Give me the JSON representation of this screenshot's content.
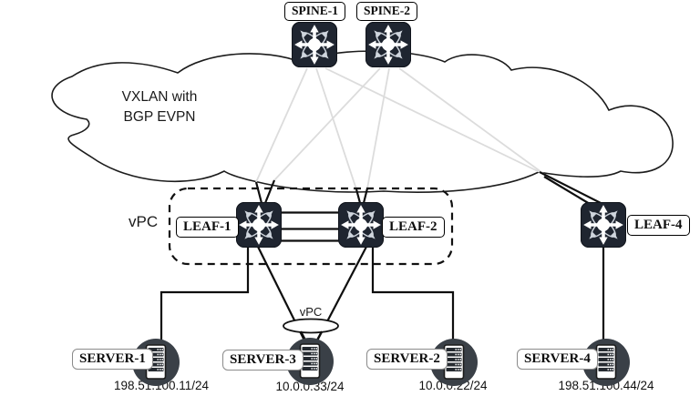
{
  "diagram_type": "network-topology",
  "cloud": {
    "line1": "VXLAN with",
    "line2": "BGP EVPN"
  },
  "vpc": {
    "domain_label": "vPC",
    "port_channel_label": "vPC"
  },
  "spines": [
    {
      "label": "SPINE-1"
    },
    {
      "label": "SPINE-2"
    }
  ],
  "leaves": [
    {
      "label": "LEAF-1"
    },
    {
      "label": "LEAF-2"
    },
    {
      "label": "LEAF-4"
    }
  ],
  "servers": [
    {
      "label": "SERVER-1",
      "ip": "198.51.100.11/24"
    },
    {
      "label": "SERVER-3",
      "ip": "10.0.0.33/24"
    },
    {
      "label": "SERVER-2",
      "ip": "10.0.0.22/24"
    },
    {
      "label": "SERVER-4",
      "ip": "198.51.100.44/24"
    }
  ],
  "icons": {
    "switch": "multilayer-switch-icon",
    "server": "server-icon",
    "cloud": "cloud-shape"
  },
  "colors": {
    "switch_body": "#1f2530",
    "server_body": "#3a4047",
    "underlay_link": "#dcdcdc",
    "link": "#0e0e0e",
    "label_border": "#000000",
    "server_label_border": "#8b8b8b"
  }
}
